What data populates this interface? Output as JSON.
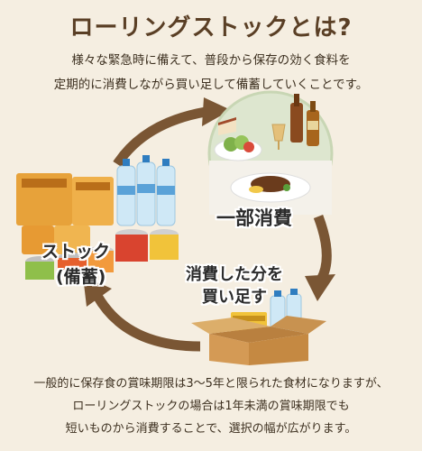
{
  "header": {
    "title": "ローリングストックとは?",
    "intro_lines": [
      "様々な緊急時に備えて、普段から保存の効く食料を",
      "定期的に消費しながら買い足して備蓄していくことです。"
    ]
  },
  "cycle": {
    "consume_label": "一部消費",
    "stock_label": "ストック",
    "stock_sub_label": "(備蓄)",
    "replenish_lines": [
      "消費した分を",
      "買い足す"
    ]
  },
  "footer": {
    "lines": [
      "一般的に保存食の賞味期限は3〜5年と限られた食材になりますが、",
      "ローリングストックの場合は1年未満の賞味期限でも",
      "短いものから消費することで、選択の幅が広がります。"
    ]
  },
  "colors": {
    "background": "#f5eee1",
    "arrow": "#7a5634",
    "title": "#5a3f25"
  },
  "icons": [
    "meal-table-illustration",
    "stockpile-illustration",
    "grocery-box-illustration"
  ]
}
